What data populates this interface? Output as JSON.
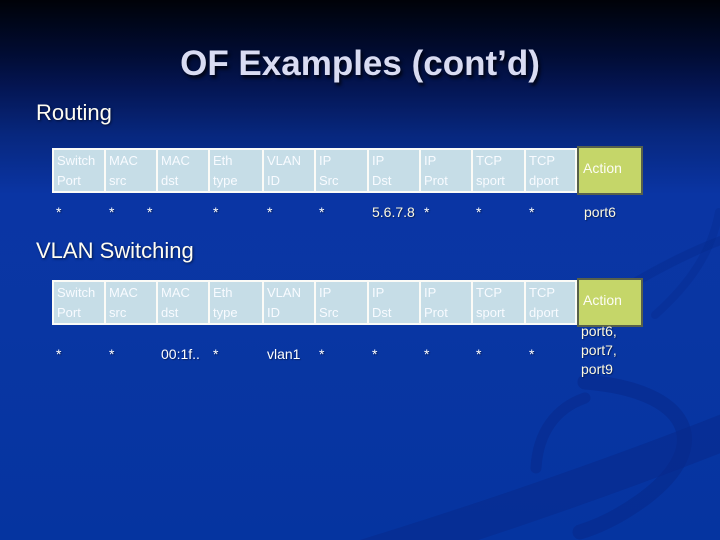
{
  "slide": {
    "title": "OF Examples (cont’d)"
  },
  "routing": {
    "label": "Routing",
    "headers": [
      "Switch\nPort",
      "MAC\nsrc",
      "MAC\ndst",
      "Eth\ntype",
      "VLAN\nID",
      "IP\nSrc",
      "IP\nDst",
      "IP\nProt",
      "TCP\nsport",
      "TCP\ndport"
    ],
    "action_header": "Action",
    "row": [
      "*",
      "*",
      "*",
      "*",
      "*",
      "*",
      "5.6.7.8",
      "*",
      "*",
      "*"
    ],
    "action_value": "port6"
  },
  "vlan": {
    "label": "VLAN Switching",
    "headers": [
      "Switch\nPort",
      "MAC\nsrc",
      "MAC\ndst",
      "Eth\ntype",
      "VLAN\nID",
      "IP\nSrc",
      "IP\nDst",
      "IP\nProt",
      "TCP\nsport",
      "TCP\ndport"
    ],
    "action_header": "Action",
    "row": [
      "*",
      "*",
      "00:1f..",
      "*",
      "vlan1",
      "*",
      "*",
      "*",
      "*",
      "*"
    ],
    "action_value": "port6,\nport7,\nport9"
  },
  "colors": {
    "background_top": "#000208",
    "background_bottom": "#0534a0",
    "header_cell_fill": "#c6dde7",
    "header_cell_border": "#fbfbf7",
    "header_text": "#f8fbff",
    "action_cell_fill": "#c5d669",
    "action_cell_border": "#57614b",
    "title_text": "#d9dcf2",
    "data_text": "#ffffff",
    "value_text": "#fdf9e0",
    "swoosh": "#07288a"
  }
}
